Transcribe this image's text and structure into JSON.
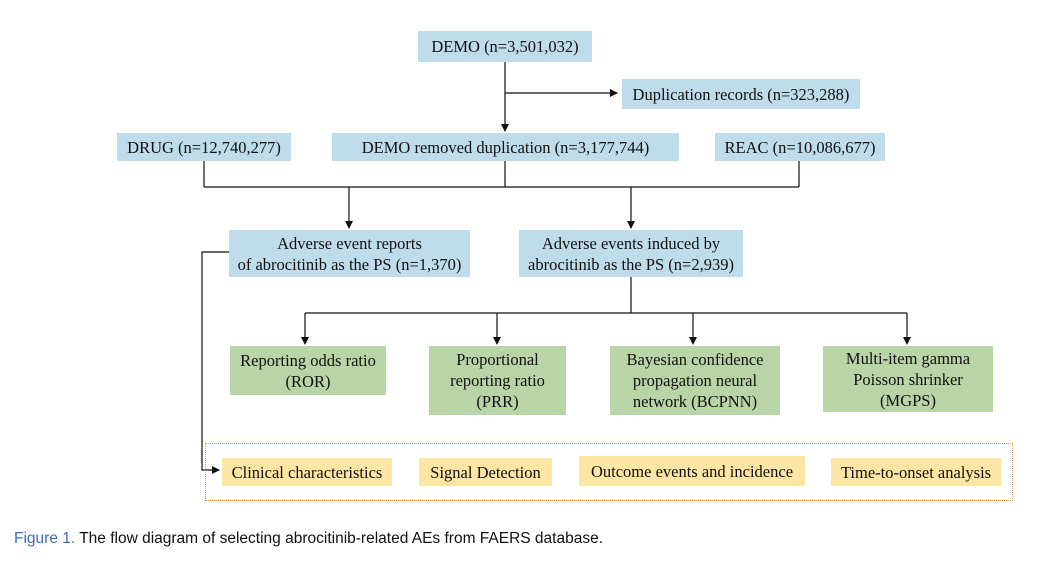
{
  "figure": {
    "nodes": {
      "demo": "DEMO (n=3,501,032)",
      "duplication": "Duplication records (n=323,288)",
      "drug": "DRUG (n=12,740,277)",
      "demo_removed": "DEMO removed duplication (n=3,177,744)",
      "reac": "REAC (n=10,086,677)",
      "ae_reports": "Adverse event reports\nof abrocitinib as the PS (n=1,370)",
      "ae_induced": "Adverse events induced by\nabrocitinib as the PS (n=2,939)",
      "ror": "Reporting odds ratio\n(ROR)",
      "prr": "Proportional\nreporting ratio\n(PRR)",
      "bcpnn": "Bayesian confidence\npropagation neural\nnetwork (BCPNN)",
      "mgps": "Multi-item gamma\nPoisson shrinker\n(MGPS)"
    },
    "analyses": {
      "clinical": "Clinical characteristics",
      "signal": "Signal Detection",
      "outcome": "Outcome events and incidence",
      "tto": "Time-to-onset analysis"
    },
    "caption": {
      "label": "Figure 1.",
      "text": " The flow diagram of selecting abrocitinib-related AEs from FAERS database."
    },
    "colors": {
      "blue_box": "#bfdcea",
      "green_box": "#b9d4a7",
      "yellow_box": "#fde5a4",
      "dotted_border": "#e79a4a",
      "caption_label": "#3c6bb6"
    }
  }
}
